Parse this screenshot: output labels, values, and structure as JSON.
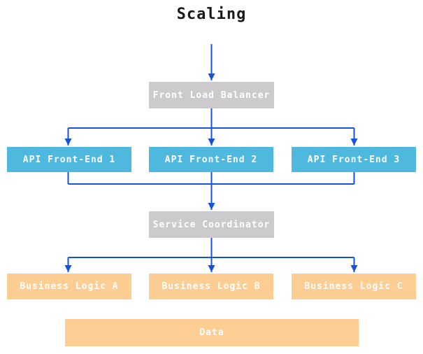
{
  "title": "Scaling",
  "colors": {
    "box_gray": "#cccacc",
    "box_blue": "#4fb8df",
    "box_orange": "#fcce93",
    "arrow_blue": "#1553dc",
    "node_text": "#ffffff",
    "title_text": "#1a1a1a",
    "background": "#ffffff"
  },
  "nodes": {
    "front_load_balancer": {
      "label": "Front Load Balancer"
    },
    "api_front_end_1": {
      "label": "API Front-End 1"
    },
    "api_front_end_2": {
      "label": "API Front-End 2"
    },
    "api_front_end_3": {
      "label": "API Front-End 3"
    },
    "service_coordinator": {
      "label": "Service Coordinator"
    },
    "business_logic_a": {
      "label": "Business Logic A"
    },
    "business_logic_b": {
      "label": "Business Logic B"
    },
    "business_logic_c": {
      "label": "Business Logic C"
    },
    "data": {
      "label": "Data"
    }
  },
  "edges": [
    {
      "from": "title",
      "to": "front_load_balancer"
    },
    {
      "from": "front_load_balancer",
      "to": "api_front_end_1"
    },
    {
      "from": "front_load_balancer",
      "to": "api_front_end_2"
    },
    {
      "from": "front_load_balancer",
      "to": "api_front_end_3"
    },
    {
      "from": "api_front_end_1",
      "to": "service_coordinator"
    },
    {
      "from": "api_front_end_2",
      "to": "service_coordinator"
    },
    {
      "from": "api_front_end_3",
      "to": "service_coordinator"
    },
    {
      "from": "service_coordinator",
      "to": "business_logic_a"
    },
    {
      "from": "service_coordinator",
      "to": "business_logic_b"
    },
    {
      "from": "service_coordinator",
      "to": "business_logic_c"
    }
  ]
}
